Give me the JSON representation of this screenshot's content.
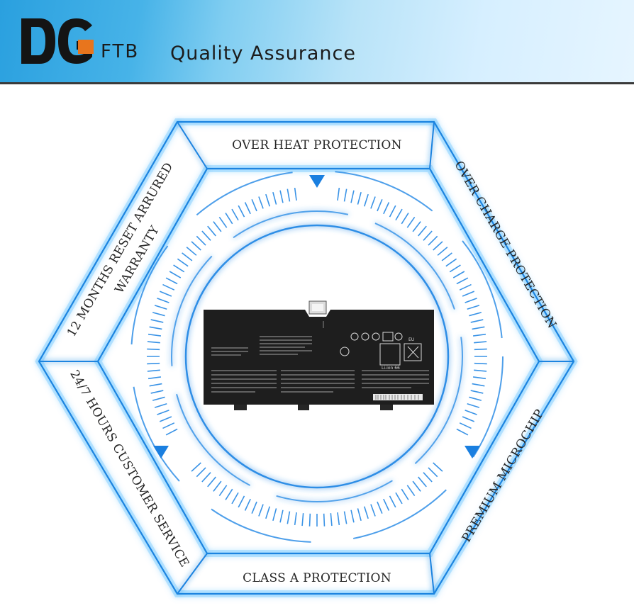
{
  "header": {
    "brand": "FTB",
    "tagline": "Quality Assurance",
    "logo_letters": "DG"
  },
  "features": {
    "top": "OVER HEAT PROTECTION",
    "top_right": "OVER CHARGE PROTECTION",
    "bottom_right": "PREMIUM MICROCHIP",
    "bottom": "CLASS A PROTECTION",
    "bottom_left": "24/7 HOURS CUSTOMER SERVICE",
    "top_left_line1": "12 MONTHS RESET ARRURED",
    "top_left_line2": "WARRANTY"
  },
  "product": {
    "label_small": "Li-ion 66",
    "label_eu": "EU"
  },
  "colors": {
    "accent_blue": "#1a7fe0",
    "glow_blue": "#4fb8ff",
    "battery": "#1e1e1e"
  }
}
